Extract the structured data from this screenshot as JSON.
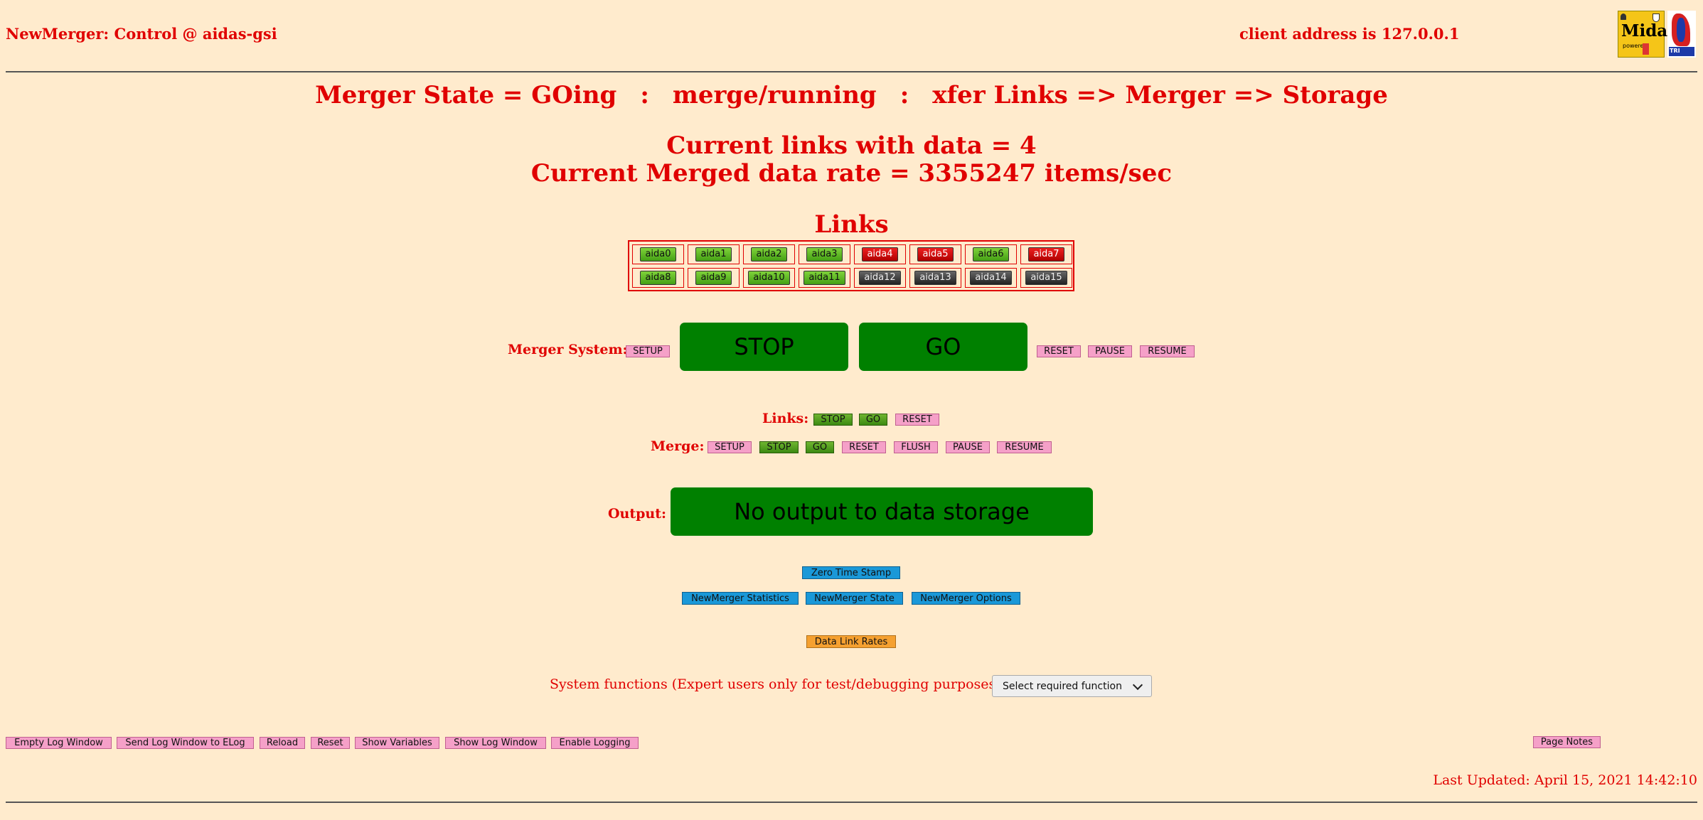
{
  "header": {
    "title": "NewMerger: Control @ aidas-gsi",
    "client_address": "client address is 127.0.0.1",
    "logo_midas_text": "Midas",
    "logo_midas_small": "powered",
    "logo_tri_text": "TRI"
  },
  "state": {
    "merger_state": "Merger State = GOing",
    "sep1": ":",
    "merge_status": "merge/running",
    "sep2": ":",
    "xfer": "xfer Links => Merger => Storage"
  },
  "stats": {
    "links_with_data": "Current links with data = 4",
    "merged_rate": "Current Merged data rate = 3355247 items/sec"
  },
  "links": {
    "title": "Links",
    "cells": [
      {
        "label": "aida0",
        "status": "green"
      },
      {
        "label": "aida1",
        "status": "green"
      },
      {
        "label": "aida2",
        "status": "green"
      },
      {
        "label": "aida3",
        "status": "green"
      },
      {
        "label": "aida4",
        "status": "red"
      },
      {
        "label": "aida5",
        "status": "red"
      },
      {
        "label": "aida6",
        "status": "green"
      },
      {
        "label": "aida7",
        "status": "red"
      },
      {
        "label": "aida8",
        "status": "green"
      },
      {
        "label": "aida9",
        "status": "green"
      },
      {
        "label": "aida10",
        "status": "green"
      },
      {
        "label": "aida11",
        "status": "green"
      },
      {
        "label": "aida12",
        "status": "black"
      },
      {
        "label": "aida13",
        "status": "black"
      },
      {
        "label": "aida14",
        "status": "black"
      },
      {
        "label": "aida15",
        "status": "black"
      }
    ]
  },
  "merger_system": {
    "label": "Merger System:",
    "setup": "SETUP",
    "stop": "STOP",
    "go": "GO",
    "reset": "RESET",
    "pause": "PAUSE",
    "resume": "RESUME"
  },
  "links_ctrl": {
    "label": "Links:",
    "stop": "STOP",
    "go": "GO",
    "reset": "RESET"
  },
  "merge_ctrl": {
    "label": "Merge:",
    "setup": "SETUP",
    "stop": "STOP",
    "go": "GO",
    "reset": "RESET",
    "flush": "FLUSH",
    "pause": "PAUSE",
    "resume": "RESUME"
  },
  "output": {
    "label": "Output:",
    "value": "No output to data storage"
  },
  "tools": {
    "zero_ts": "Zero Time Stamp",
    "stats": "NewMerger Statistics",
    "state": "NewMerger State",
    "options": "NewMerger Options",
    "rates": "Data Link Rates"
  },
  "sysfunc": {
    "label": "System functions (Expert users only for test/debugging purposes!!!)",
    "select_value": "Select required function"
  },
  "footer": {
    "empty_log": "Empty Log Window",
    "send_log": "Send Log Window to ELog",
    "reload": "Reload",
    "reset": "Reset",
    "show_vars": "Show Variables",
    "show_log": "Show Log Window",
    "enable_logging": "Enable Logging",
    "page_notes": "Page Notes",
    "last_updated": "Last Updated: April 15, 2021 14:42:10"
  },
  "colors": {
    "background": "#ffebcd",
    "text": "#e00000",
    "go_green": "#008000",
    "pink": "#f5a0c8",
    "blue": "#1a98d8",
    "orange": "#f5a030"
  }
}
